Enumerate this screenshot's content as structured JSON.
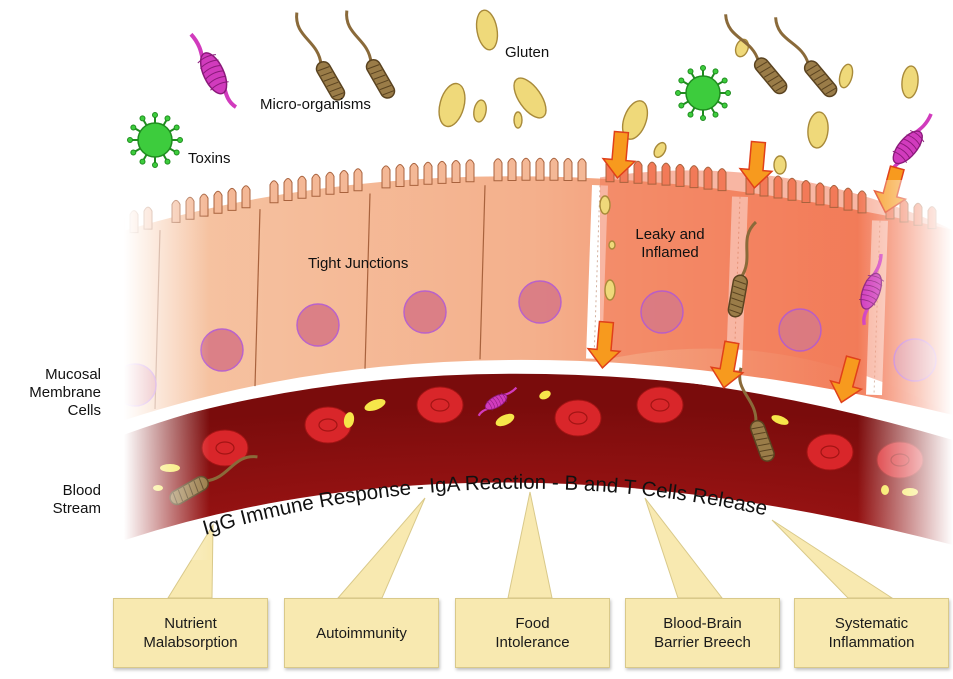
{
  "labels": {
    "micro_organisms": "Micro-organisms",
    "toxins": "Toxins",
    "gluten": "Gluten",
    "tight_junctions": "Tight Junctions",
    "leaky_line1": "Leaky and",
    "leaky_line2": "Inflamed",
    "mucosal_line1": "Mucosal",
    "mucosal_line2": "Membrane",
    "mucosal_line3": "Cells",
    "blood_line1": "Blood",
    "blood_line2": "Stream"
  },
  "arc_caption": "IgG Immune Response - IgA Reaction - B and T Cells Release",
  "effects": [
    {
      "line1": "Nutrient",
      "line2": "Malabsorption"
    },
    {
      "line1": "Autoimmunity",
      "line2": ""
    },
    {
      "line1": "Food",
      "line2": "Intolerance"
    },
    {
      "line1": "Blood-Brain",
      "line2": "Barrier Breech"
    },
    {
      "line1": "Systematic",
      "line2": "Inflammation"
    }
  ],
  "colors": {
    "healthy_cell": "#f4b896",
    "inflamed_cell": "#f27a58",
    "cell_outline": "#a8623d",
    "nucleus": "#d97a85",
    "nucleus_outline": "#b35ad0",
    "blood": "#9e1414",
    "blood_dark": "#6e0a0a",
    "rbc": "#d9262a",
    "gluten": "#efd97a",
    "gluten_outline": "#a88a3a",
    "virus": "#3dcc3d",
    "virus_dark": "#1f8c1f",
    "toxin": "#d13bbd",
    "bacteria": "#8a6a3a",
    "arrow": "#f79a1e",
    "arrow_outline": "#e0401a",
    "callout": "#f8e9b0"
  }
}
